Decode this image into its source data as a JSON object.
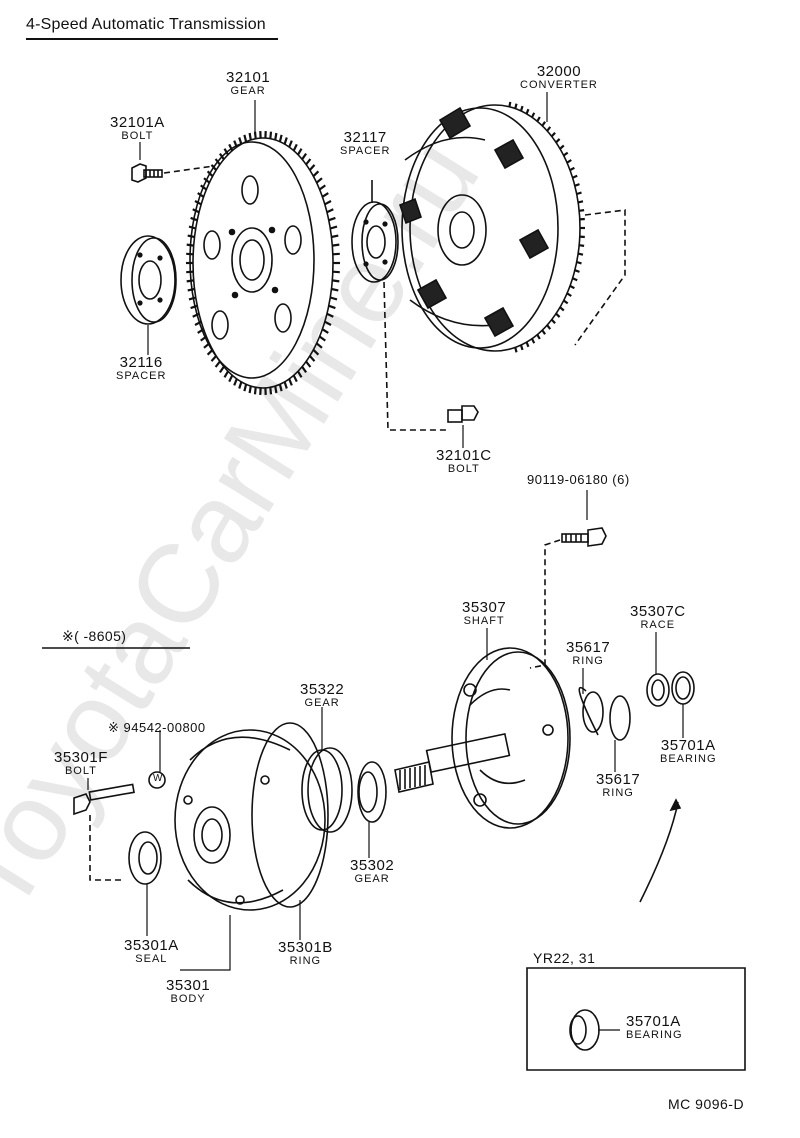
{
  "title": "4-Speed Automatic Transmission",
  "watermark": "ToyotaCarMine.ru",
  "parts": {
    "gear_32101": {
      "num": "32101",
      "name": "GEAR"
    },
    "bolt_32101A": {
      "num": "32101A",
      "name": "BOLT"
    },
    "converter_32000": {
      "num": "32000",
      "name": "CONVERTER"
    },
    "spacer_32117": {
      "num": "32117",
      "name": "SPACER"
    },
    "spacer_32116": {
      "num": "32116",
      "name": "SPACER"
    },
    "bolt_32101C": {
      "num": "32101C",
      "name": "BOLT"
    },
    "bolt_90119": {
      "num": "90119-06180 (6)"
    },
    "shaft_35307": {
      "num": "35307",
      "name": "SHAFT"
    },
    "race_35307C": {
      "num": "35307C",
      "name": "RACE"
    },
    "ring_35617_top": {
      "num": "35617",
      "name": "RING"
    },
    "ring_35617_bottom": {
      "num": "35617",
      "name": "RING"
    },
    "bearing_35701A": {
      "num": "35701A",
      "name": "BEARING"
    },
    "gear_35322": {
      "num": "35322",
      "name": "GEAR"
    },
    "washer_94542": {
      "num": "※ 94542-00800"
    },
    "bolt_35301F": {
      "num": "35301F",
      "name": "BOLT"
    },
    "gear_35302": {
      "num": "35302",
      "name": "GEAR"
    },
    "seal_35301A": {
      "num": "35301A",
      "name": "SEAL"
    },
    "ring_35301B": {
      "num": "35301B",
      "name": "RING"
    },
    "body_35301": {
      "num": "35301",
      "name": "BODY"
    },
    "inset_bearing_35701A": {
      "num": "35701A",
      "name": "BEARING"
    }
  },
  "date_note": "※(      -8605)",
  "inset_label": "YR22, 31",
  "washer_mark": "W",
  "ref_code": "MC 9096-D"
}
